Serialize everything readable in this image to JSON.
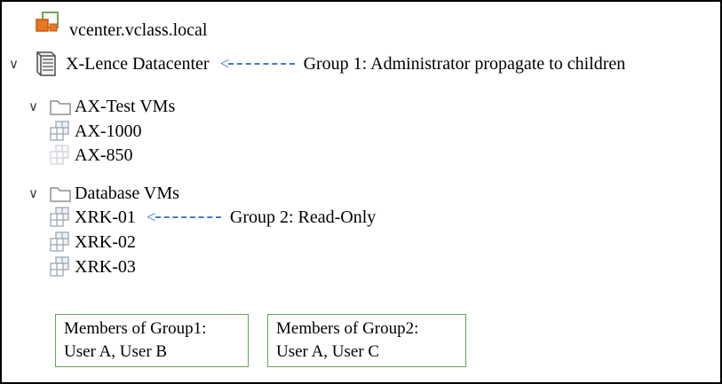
{
  "colors": {
    "arrow_blue": "#3f7cc4",
    "group_box_green": "#69a05c",
    "vcenter_orange": "#e87722"
  },
  "icons": {
    "chevron": "∨",
    "arrow_head": "<"
  },
  "tree": {
    "vcenter_label": "vcenter.vclass.local",
    "datacenter_label": "X-Lence Datacenter",
    "datacenter_annotation": "Group 1: Administrator propagate to children",
    "folders": [
      {
        "label": "AX-Test VMs",
        "vms": [
          {
            "label": "AX-1000"
          },
          {
            "label": "AX-850"
          }
        ]
      },
      {
        "label": "Database VMs",
        "vms": [
          {
            "label": "XRK-01",
            "annotation": "Group 2: Read-Only"
          },
          {
            "label": "XRK-02"
          },
          {
            "label": "XRK-03"
          }
        ]
      }
    ]
  },
  "group_boxes": [
    {
      "title": "Members of Group1:",
      "members": "User A, User B"
    },
    {
      "title": "Members of Group2:",
      "members": "User A, User C"
    }
  ]
}
